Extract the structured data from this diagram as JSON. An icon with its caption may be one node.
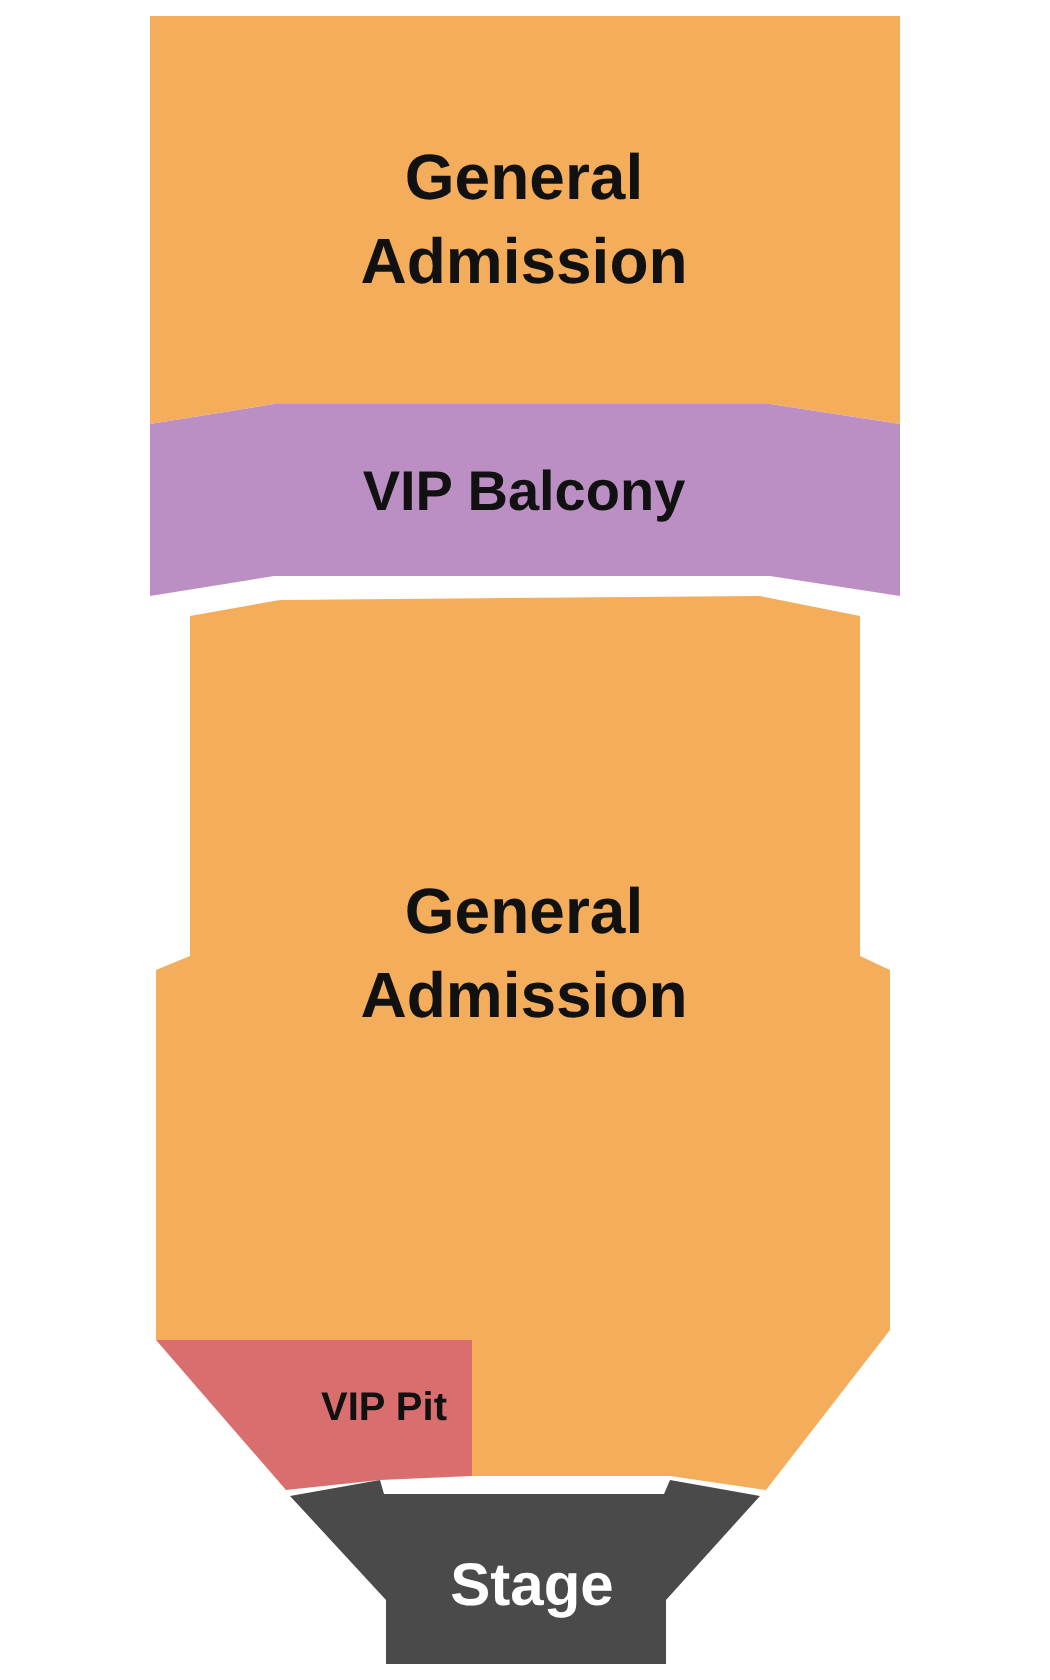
{
  "diagram": {
    "nodes": [
      {
        "text": [
          "General Admission"
        ]
      },
      {
        "text": [
          "VIP Balcony"
        ]
      },
      {
        "text": [
          "General Admission"
        ]
      },
      {
        "text": [
          "VIP Pit"
        ]
      },
      {
        "text": [
          "Stage"
        ]
      }
    ]
  }
}
